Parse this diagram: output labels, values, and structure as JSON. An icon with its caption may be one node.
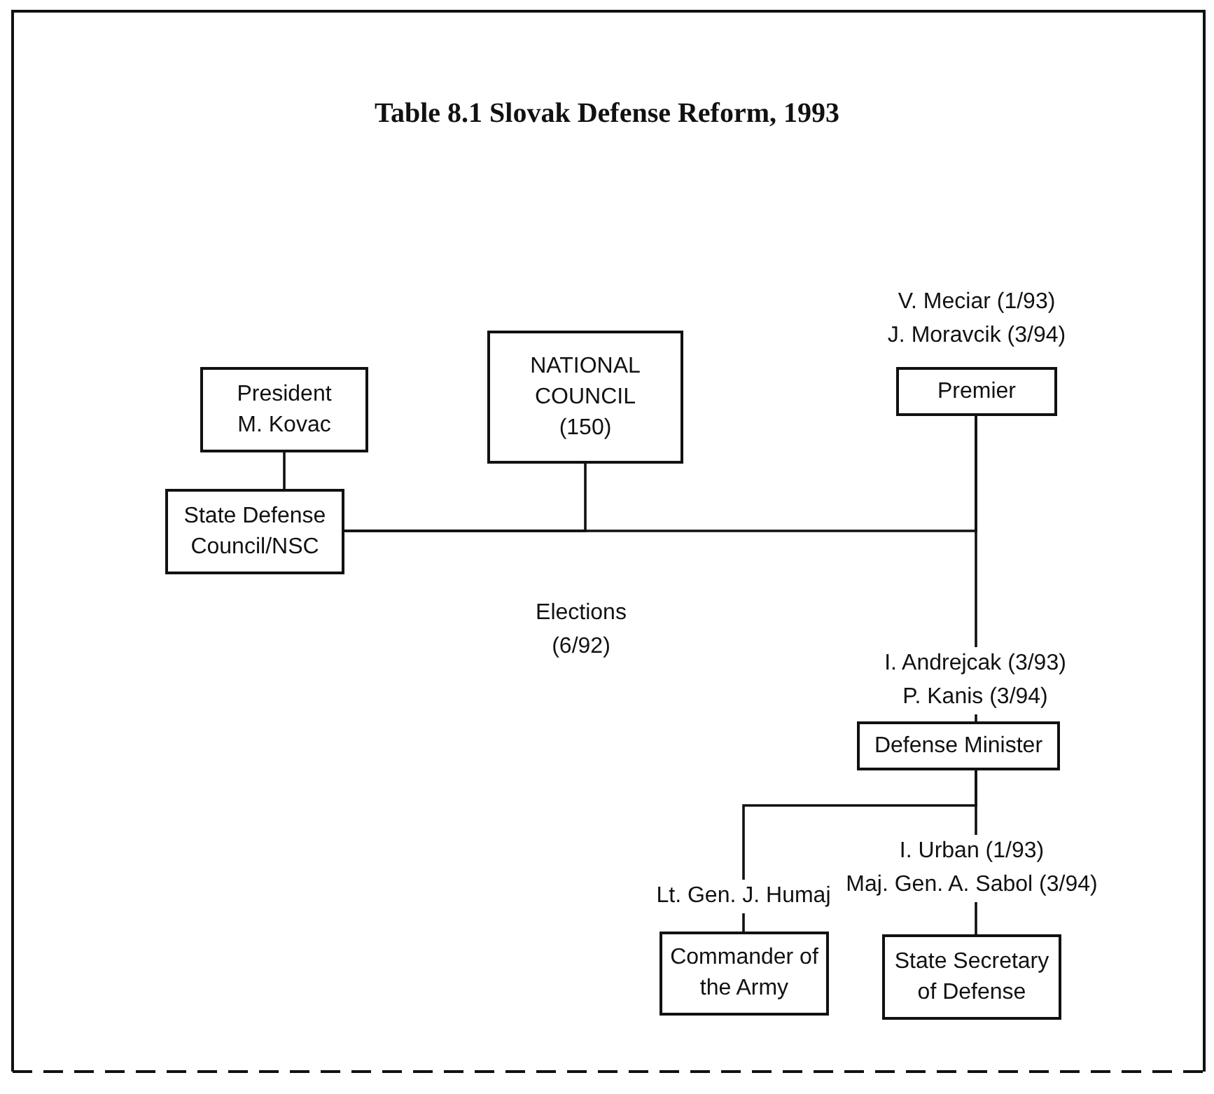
{
  "diagram": {
    "title": "Table 8.1 Slovak Defense Reform, 1993",
    "nodes": [
      {
        "text": [
          "President M. Kovac"
        ]
      },
      {
        "text": [
          "NATIONAL COUNCIL (150)"
        ]
      },
      {
        "text": [
          "Premier"
        ],
        "beside": [
          "V. Meciar (1/93)",
          "J. Moravcik (3/94)"
        ]
      },
      {
        "text": [
          "State Defense Council/NSC"
        ]
      },
      {
        "text": [
          "Defense Minister"
        ],
        "beside": [
          "I. Andrejcak (3/93)",
          "P. Kanis (3/94)"
        ]
      },
      {
        "text": [
          "Commander of the Army"
        ],
        "beside": [
          "Lt. Gen. J. Humaj"
        ]
      },
      {
        "text": [
          "State Secretary of Defense"
        ],
        "beside": [
          "I. Urban (1/93)",
          "Maj. Gen. A. Sabol (3/94)"
        ]
      }
    ],
    "edges": [
      {
        "from": 0,
        "to": 3,
        "arrow": "none"
      },
      {
        "from": 1,
        "to": 3,
        "arrow": "none"
      },
      {
        "from": 2,
        "to": 3,
        "arrow": "none"
      },
      {
        "from": 2,
        "to": 4,
        "arrow": "none"
      },
      {
        "from": 4,
        "to": 5,
        "arrow": "none"
      },
      {
        "from": 4,
        "to": 6,
        "arrow": "none"
      }
    ],
    "labels": [
      "Elections (6/92)"
    ]
  }
}
